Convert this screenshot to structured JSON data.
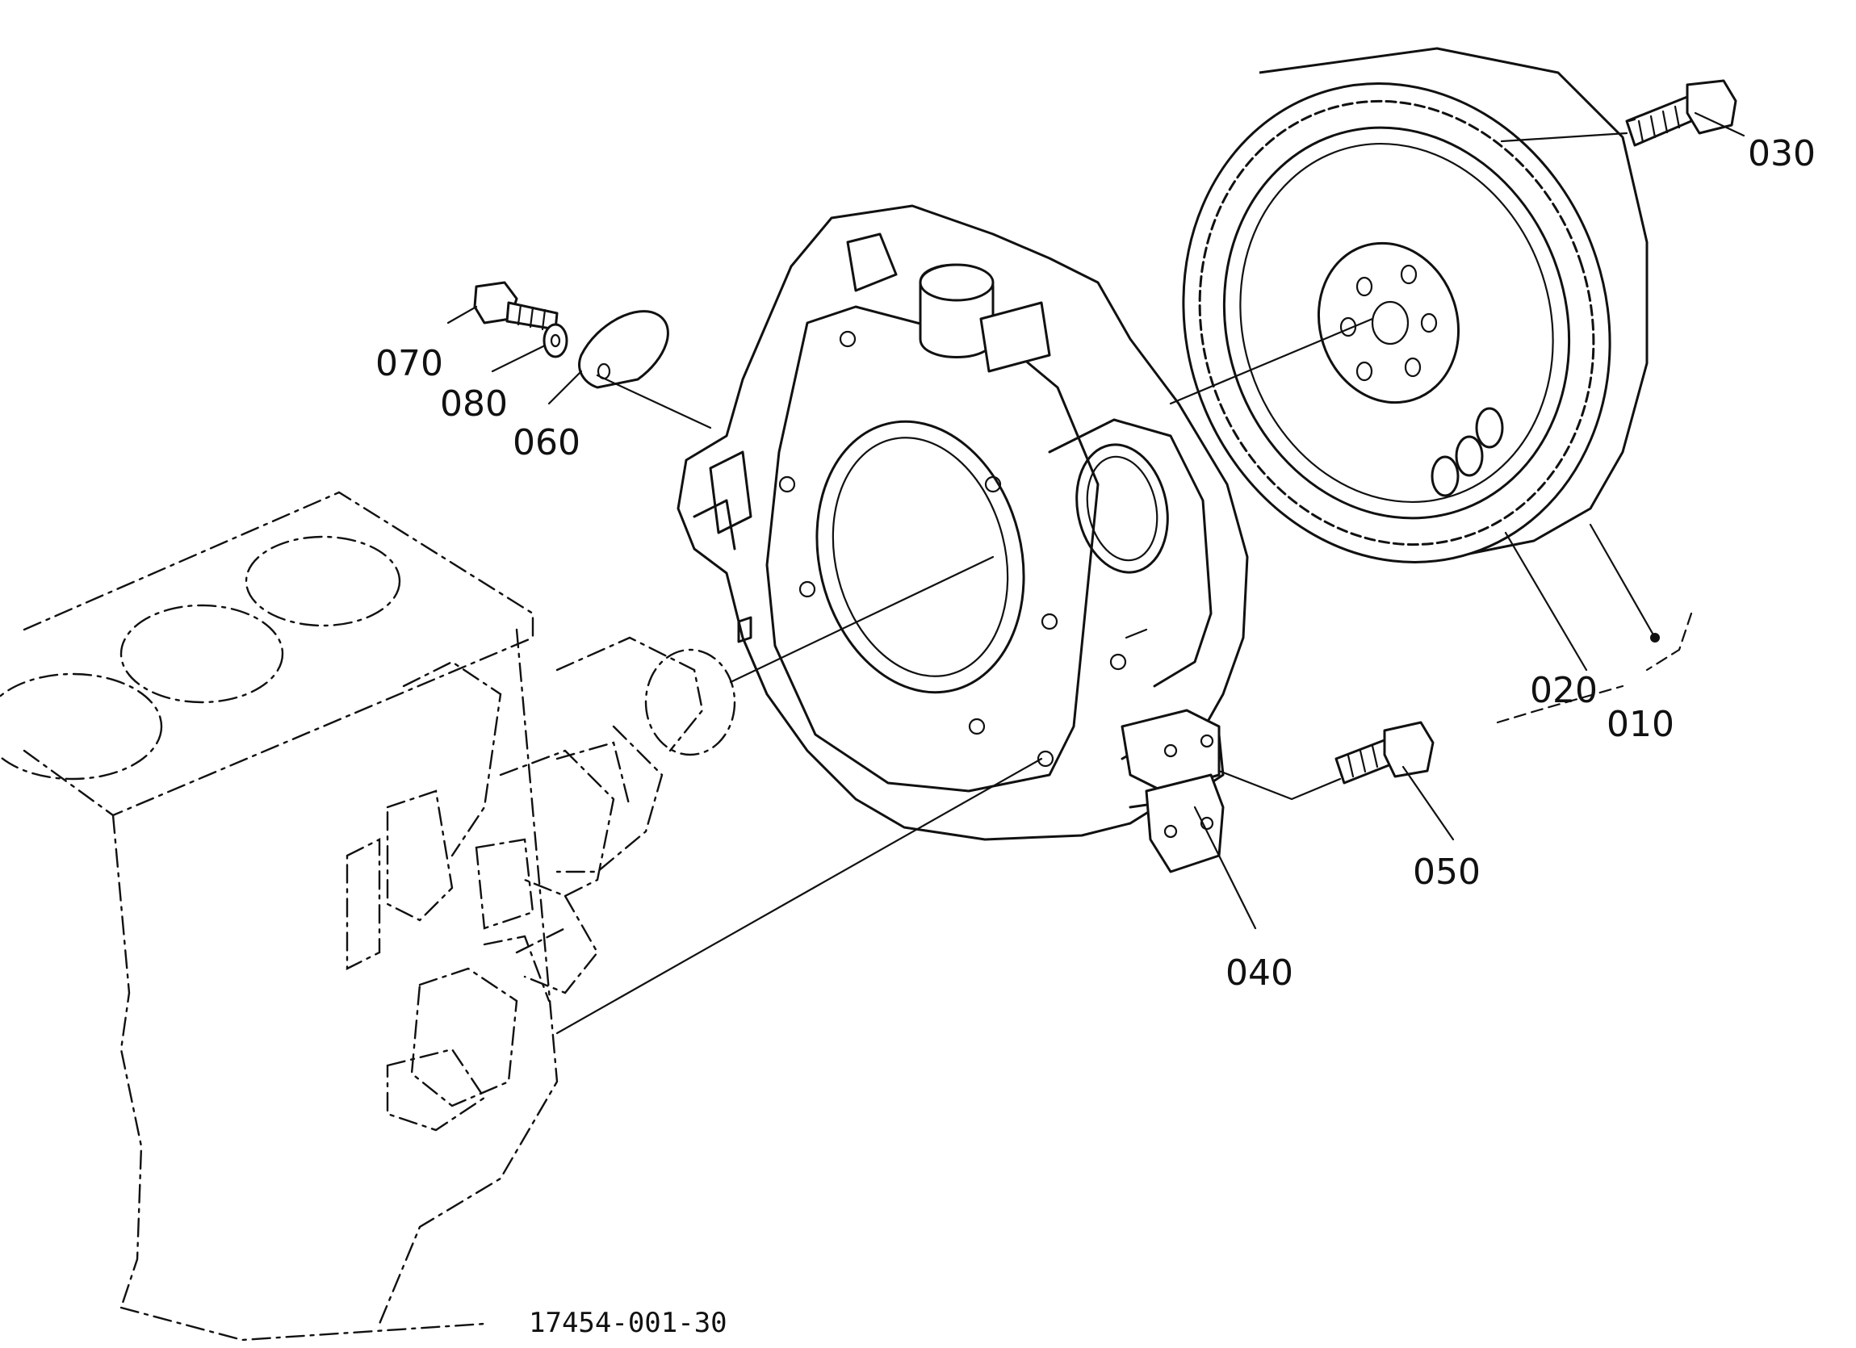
{
  "diagram_id": "17454-001-30",
  "parts": [
    {
      "id": "010"
    },
    {
      "id": "020"
    },
    {
      "id": "030"
    },
    {
      "id": "040"
    },
    {
      "id": "050"
    },
    {
      "id": "060"
    },
    {
      "id": "070"
    },
    {
      "id": "080"
    }
  ]
}
